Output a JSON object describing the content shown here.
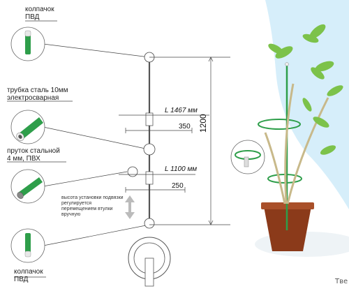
{
  "parts": [
    {
      "name": "cap-top",
      "label_line1": "колпачок",
      "label_line2": "ПВД"
    },
    {
      "name": "tube",
      "label_line1": "трубка сталь 10мм",
      "label_line2": "электросварная"
    },
    {
      "name": "rod",
      "label_line1": "пруток стальной",
      "label_line2": "4 мм, ПВХ"
    },
    {
      "name": "cap-bottom",
      "label_line1": "колпачок",
      "label_line2": "ПВД"
    }
  ],
  "dimensions": {
    "height": "1200",
    "upper_ring_length": "L 1467 мм",
    "upper_ring_diameter": "350",
    "lower_ring_length": "L 1100 мм",
    "lower_ring_diameter": "250"
  },
  "note": "высота установки подвязки регулируется перемещением втулки вручную",
  "brand_fragment": "Тве",
  "colors": {
    "pvc_green": "#2e9e4a",
    "line_dark": "#333333",
    "pot": "#8b3a1a",
    "leaf": "#7cc24a",
    "sky": "#bfe3f5"
  }
}
